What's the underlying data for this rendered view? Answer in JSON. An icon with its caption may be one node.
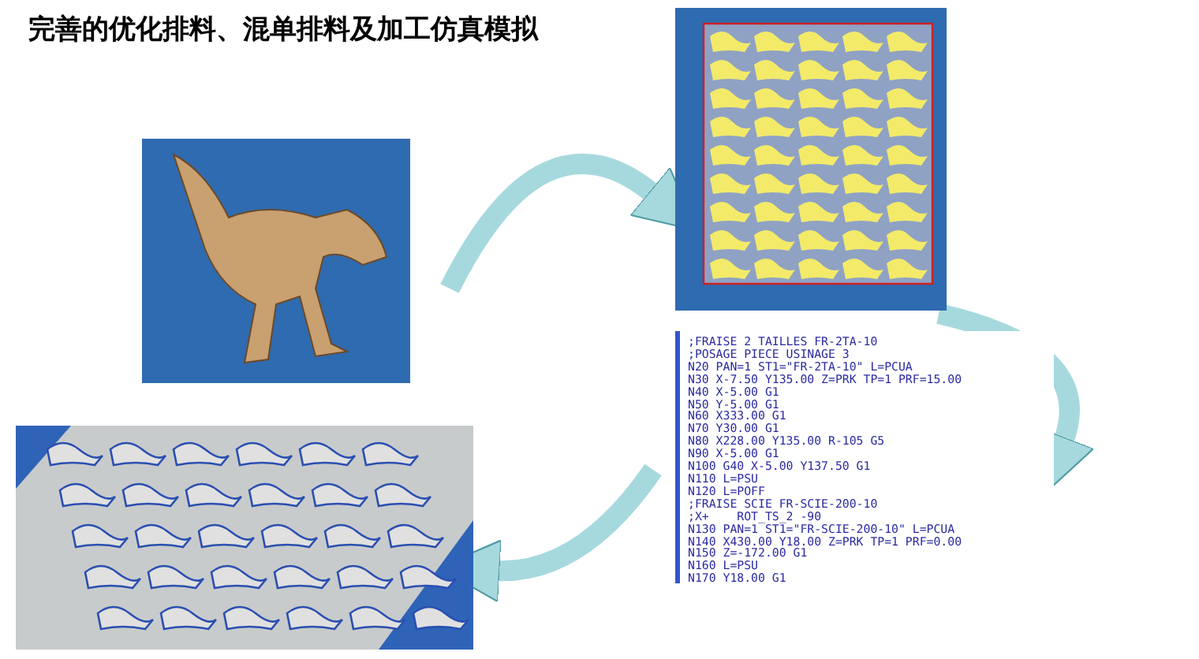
{
  "diagram": {
    "title": "完善的优化排料、混单排料及加工仿真模拟",
    "nodes": [
      {
        "text": [],
        "shape": "picture"
      },
      {
        "text": [],
        "shape": "picture"
      },
      {
        "text": [
          ";FRAISE 2 TAILLES FR-2TA-10",
          ";POSAGE PIECE USINAGE 3",
          "N20 PAN=1 ST1=\"FR-2TA-10\" L=PCUA",
          "N30 X-7.50 Y135.00 Z=PRK TP=1 PRF=15.00",
          "N40 X-5.00 G1",
          "N50 Y-5.00 G1",
          "N60 X333.00 G1",
          "N70 Y30.00 G1",
          "N80 X228.00 Y135.00 R-105 G5",
          "N90 X-5.00 G1",
          "N100 G40 X-5.00 Y137.50 G1",
          "N110 L=PSU",
          "N120 L=POFF",
          ";FRAISE SCIE FR-SCIE-200-10",
          ";X+    ROT_TS_2 -90",
          "N130 PAN=1 ST1=\"FR-SCIE-200-10\" L=PCUA",
          "N140 X430.00 Y18.00 Z=PRK TP=1 PRF=0.00",
          "N150 Z=-172.00 G1",
          "N160 L=PSU",
          "N170 Y18.00 G1"
        ]
      },
      {
        "text": [],
        "shape": "picture"
      }
    ],
    "edges": [
      {
        "from": 0,
        "to": 1,
        "arrow": "to"
      },
      {
        "from": 1,
        "to": 2,
        "arrow": "to"
      },
      {
        "from": 2,
        "to": 3,
        "arrow": "to"
      }
    ]
  }
}
